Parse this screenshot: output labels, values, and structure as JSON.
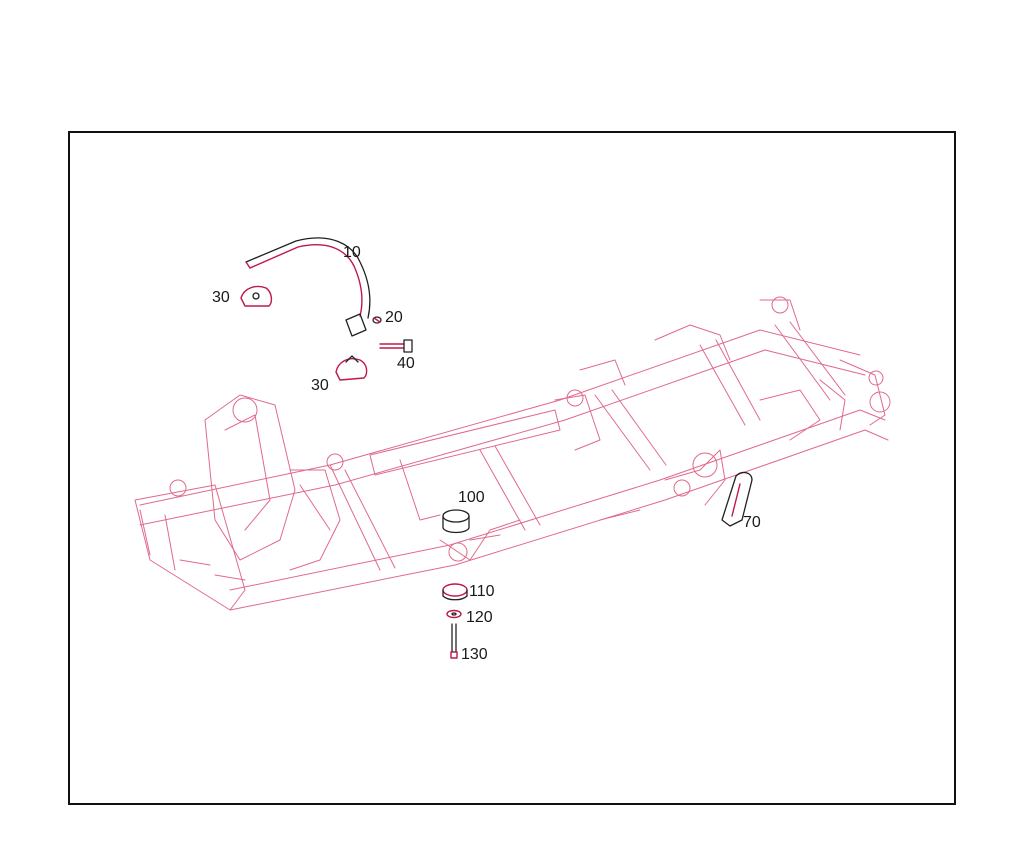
{
  "diagram": {
    "callouts": [
      {
        "id": "10",
        "label": "10"
      },
      {
        "id": "20",
        "label": "20"
      },
      {
        "id": "30a",
        "label": "30"
      },
      {
        "id": "30b",
        "label": "30"
      },
      {
        "id": "40",
        "label": "40"
      },
      {
        "id": "70",
        "label": "70"
      },
      {
        "id": "100",
        "label": "100"
      },
      {
        "id": "110",
        "label": "110"
      },
      {
        "id": "120",
        "label": "120"
      },
      {
        "id": "130",
        "label": "130"
      }
    ]
  },
  "colors": {
    "part_stroke": "#c01848",
    "frame_stroke": "#e06a8c",
    "frame_border": "#111111",
    "text": "#1a1a1a"
  }
}
